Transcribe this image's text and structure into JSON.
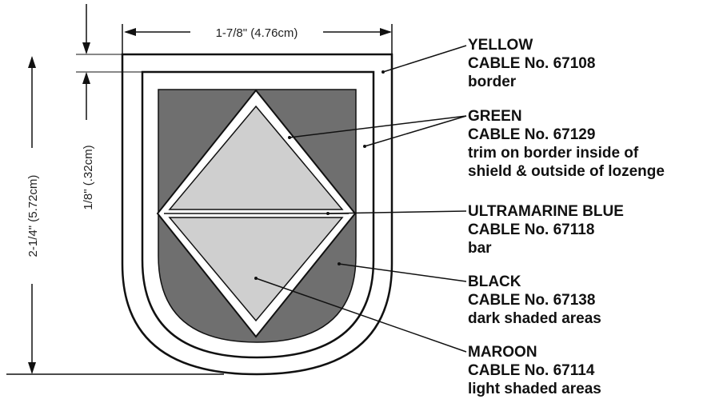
{
  "dimensions": {
    "width_label": "1-7/8\" (4.76cm)",
    "height_label": "2-1/4\" (5.72cm)",
    "border_label": "1/8\" (.32cm)"
  },
  "callouts": [
    {
      "color_name": "YELLOW",
      "cable": "CABLE No. 67108",
      "desc_lines": [
        "border"
      ]
    },
    {
      "color_name": "GREEN",
      "cable": "CABLE No. 67129",
      "desc_lines": [
        "trim on border inside of",
        "shield & outside of lozenge"
      ]
    },
    {
      "color_name": "ULTRAMARINE BLUE",
      "cable": "CABLE No. 67118",
      "desc_lines": [
        "bar"
      ]
    },
    {
      "color_name": "BLACK",
      "cable": "CABLE No. 67138",
      "desc_lines": [
        "dark shaded areas"
      ]
    },
    {
      "color_name": "MAROON",
      "cable": "CABLE No. 67114",
      "desc_lines": [
        "light shaded areas"
      ]
    }
  ],
  "colors": {
    "line": "#111111",
    "dark_shade": "#6f6f6f",
    "light_shade": "#cfcfcf",
    "background": "#ffffff"
  }
}
